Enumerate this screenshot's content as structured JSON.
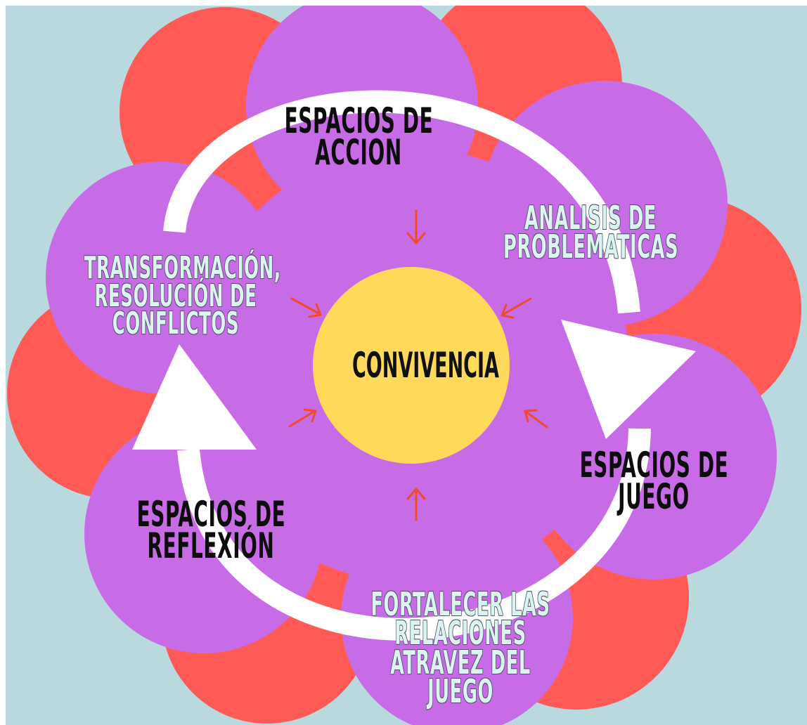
{
  "colors": {
    "background": "#bad9df",
    "outer_petal": "#ff5a55",
    "inner_petal": "#c86be6",
    "center": "#ffd95a",
    "arrow": "#f04a2a",
    "cycle_arrow": "#ffffff"
  },
  "center": {
    "label": "CONVIVENCIA"
  },
  "nodes": {
    "top": "ESPACIOS DE\nACCION",
    "upper_right": "ANALISIS DE\nPROBLEMATICAS",
    "upper_left": "TRANSFORMACIÓN,\nRESOLUCIÓN DE\nCONFLICTOS",
    "right": "ESPACIOS DE\nJUEGO",
    "left": "ESPACIOS DE\nREFLEXIÓN",
    "bottom": "FORTALECER LAS\nRELACIONES\nATRAVEZ DEL\nJUEGO"
  }
}
